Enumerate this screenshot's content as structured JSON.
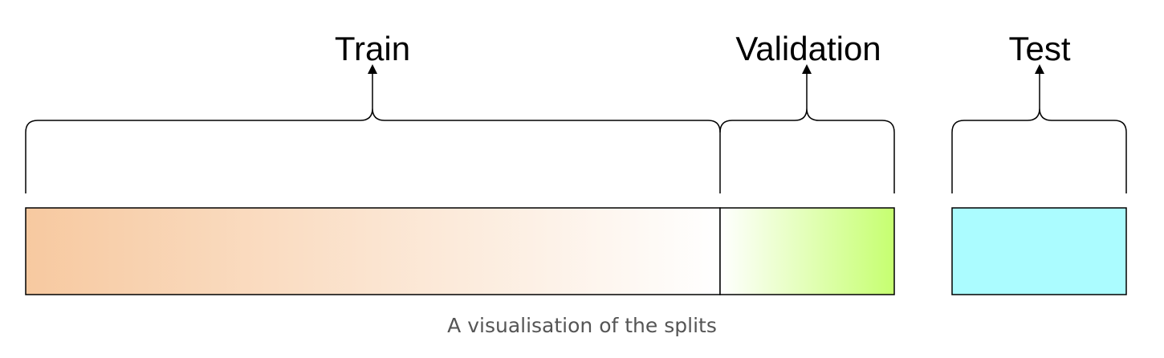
{
  "diagram": {
    "splits": {
      "train": {
        "label": "Train",
        "gradient": [
          "#f7c9a0",
          "#ffffff"
        ]
      },
      "validation": {
        "label": "Validation",
        "gradient": [
          "#ffffff",
          "#c6ff70"
        ]
      },
      "test": {
        "label": "Test",
        "color": "#abfcff"
      }
    },
    "stroke_color": "#000000",
    "caption": "A visualisation of the splits"
  }
}
